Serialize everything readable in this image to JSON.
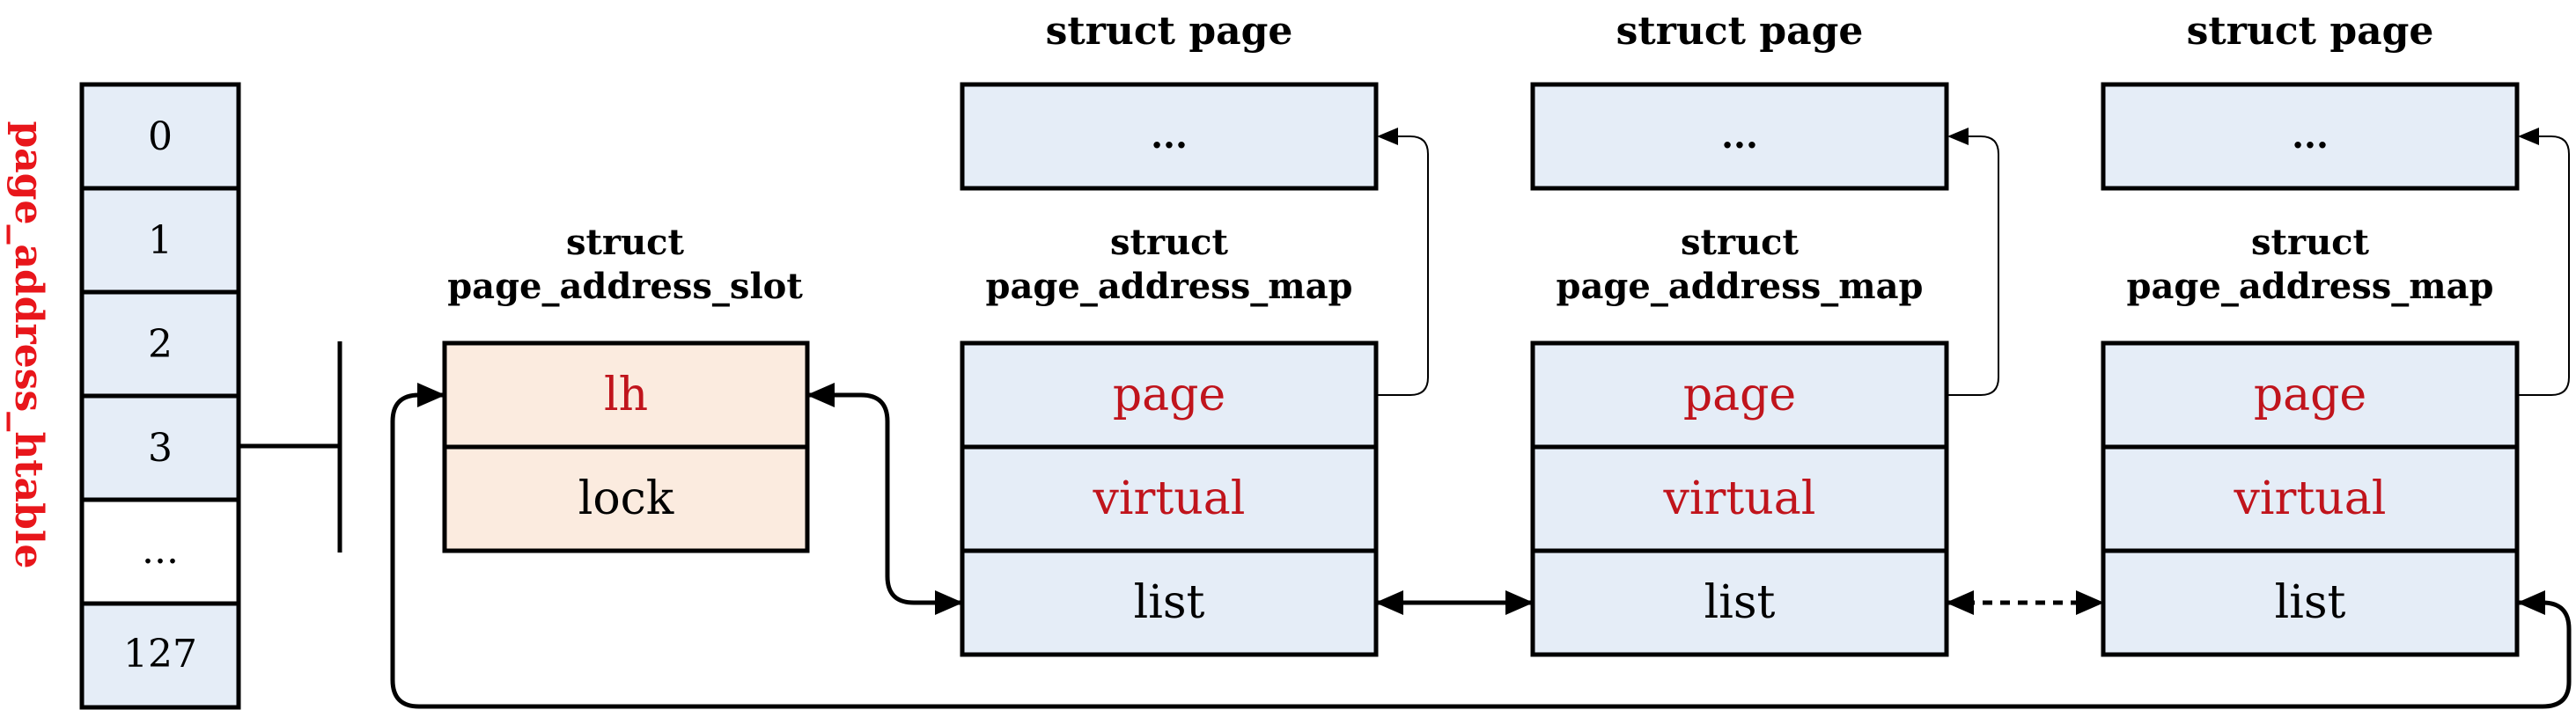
{
  "htable": {
    "label": "page_address_htable",
    "label_color": "#e8161b",
    "entries": [
      "0",
      "1",
      "2",
      "3",
      "...",
      "127"
    ]
  },
  "slot": {
    "header_line1": "struct",
    "header_line2": "page_address_slot",
    "fields": [
      "lh",
      "lock"
    ],
    "field_colors": [
      "#c0141c",
      "#000000"
    ]
  },
  "maps": [
    {
      "page_header": "struct page",
      "page_body": "...",
      "header_line1": "struct",
      "header_line2": "page_address_map",
      "fields": [
        "page",
        "virtual",
        "list"
      ]
    },
    {
      "page_header": "struct page",
      "page_body": "...",
      "header_line1": "struct",
      "header_line2": "page_address_map",
      "fields": [
        "page",
        "virtual",
        "list"
      ]
    },
    {
      "page_header": "struct page",
      "page_body": "...",
      "header_line1": "struct",
      "header_line2": "page_address_map",
      "fields": [
        "page",
        "virtual",
        "list"
      ]
    }
  ],
  "colors": {
    "accent_red": "#c0141c",
    "cell_blue": "#e5edf7",
    "cell_orange": "#fbebdf",
    "line": "#000000"
  }
}
